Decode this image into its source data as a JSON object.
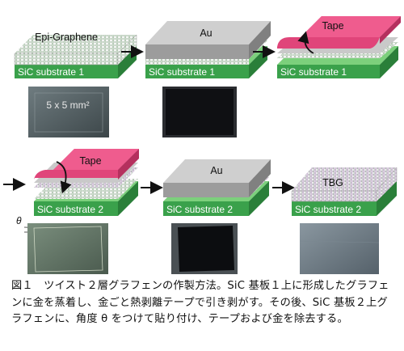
{
  "step1": {
    "top_label": "Epi-Graphene",
    "substrate_label": "SiC substrate 1",
    "photo_label": "5 x 5 mm²"
  },
  "step2": {
    "top_label": "Au",
    "substrate_label": "SiC substrate 1"
  },
  "step3": {
    "tape_label": "Tape",
    "substrate_label": "SiC substrate 1"
  },
  "step4": {
    "tape_label": "Tape",
    "substrate_label": "SiC substrate 2",
    "angle_label": "θ"
  },
  "step5": {
    "top_label": "Au",
    "substrate_label": "SiC substrate 2"
  },
  "step6": {
    "top_label": "TBG",
    "substrate_label": "SiC substrate 2"
  },
  "caption": "図１　ツイスト２層グラフェンの作製方法。SiC 基板１上に形成したグラフェンに金を蒸着し、金ごと熱剥離テープで引き剥がす。その後、SiC 基板２上グラフェンに、角度 θ をつけて貼り付け、テープおよび金を除去する。",
  "colors": {
    "substrate_front": "#3aa14b",
    "substrate_top": "#7cd07c",
    "gold": "#c9c9c9",
    "tape": "#e0457a",
    "graphene": "#f2f2f2",
    "photo_dark": "#111114",
    "photo_gray": "#5f6a6c"
  }
}
